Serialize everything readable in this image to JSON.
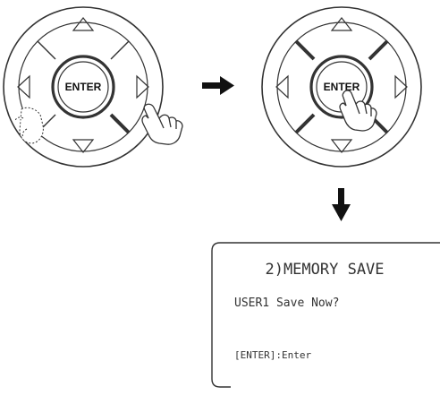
{
  "remote_left": {
    "enter_label": "ENTER"
  },
  "remote_right": {
    "enter_label": "ENTER"
  },
  "lcd": {
    "title": "2)MEMORY SAVE",
    "line1": "USER1 Save Now?",
    "line2": "[ENTER]:Enter"
  },
  "colors": {
    "stroke": "#333333",
    "background": "#ffffff"
  },
  "icons": [
    "arrow-right-icon",
    "arrow-down-icon",
    "hand-pointer-icon",
    "dotted-hand-icon"
  ]
}
